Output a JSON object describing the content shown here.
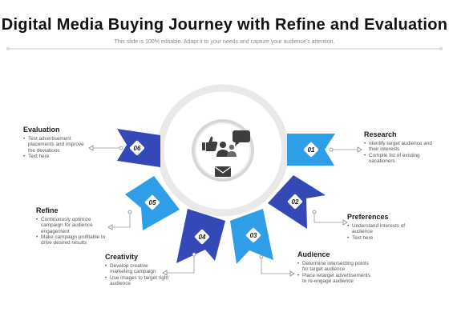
{
  "title": "Digital Media Buying Journey with Refine and Evaluation",
  "subtitle": "This slide is 100% editable. Adapt it to your needs and capture your audience's attention.",
  "colors": {
    "dark_blue": "#3448b8",
    "light_blue": "#2f9ee8",
    "ring": "#e9e9e9",
    "icon": "#3d3d3d"
  },
  "center_icons": [
    "thumbs-up-icon",
    "chat-bubble-icon",
    "people-icon",
    "email-icon"
  ],
  "steps": [
    {
      "number": "01",
      "title": "Research",
      "bullets": [
        "Identify target audience and their interests",
        "Compile list of existing vacationers"
      ]
    },
    {
      "number": "02",
      "title": "Preferences",
      "bullets": [
        "Understand interests of audience",
        "Text here"
      ]
    },
    {
      "number": "03",
      "title": "Audience",
      "bullets": [
        "Determine intersecting points for target audience",
        "Place retarget advertisements to re-engage audience"
      ]
    },
    {
      "number": "04",
      "title": "Creativity",
      "bullets": [
        "Develop creative marketing campaign",
        "Use images to target right audience"
      ]
    },
    {
      "number": "05",
      "title": "Refine",
      "bullets": [
        "Continuously optimize campaign for audience engagement",
        "Make campaign profitable to drive desired results"
      ]
    },
    {
      "number": "06",
      "title": "Evaluation",
      "bullets": [
        "Test advertisement placements and improve the deviations",
        "Text here"
      ]
    }
  ]
}
